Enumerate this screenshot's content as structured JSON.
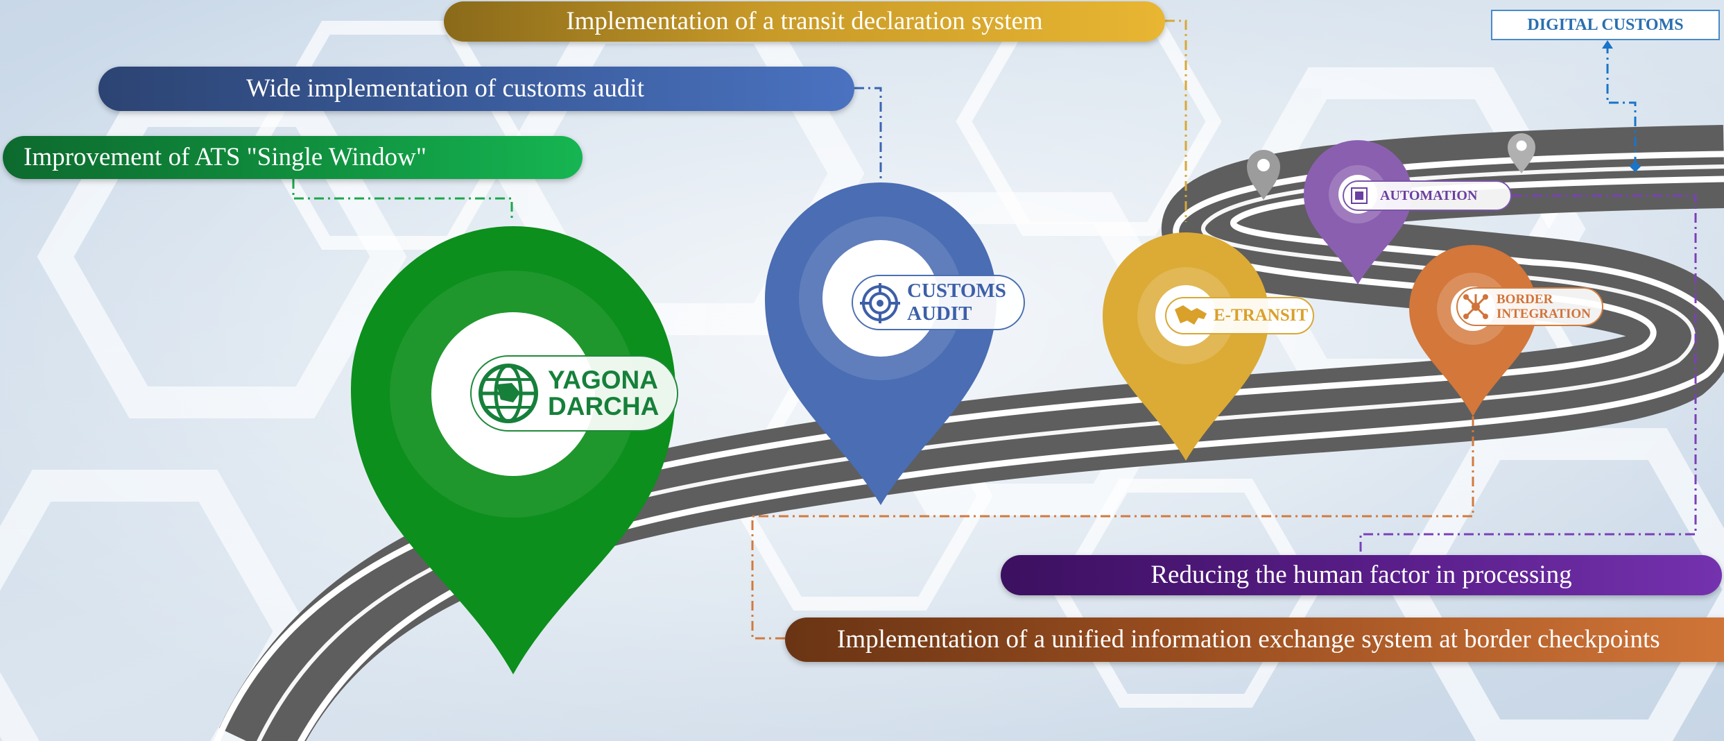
{
  "banners": {
    "transit": "Implementation of a transit declaration system",
    "audit": "Wide implementation of customs audit",
    "single_window": "Improvement of ATS \"Single Window\"",
    "human_factor": "Reducing the human factor in processing",
    "unified_exchange": "Implementation of a unified information exchange system at border checkpoints"
  },
  "destination": "DIGITAL CUSTOMS",
  "milestones": {
    "yagona": {
      "line1": "YAGONA",
      "line2": "DARCHA",
      "icon": "globe-icon",
      "color": "#0c8f1c"
    },
    "customs_audit": {
      "line1": "CUSTOMS",
      "line2": "AUDIT",
      "icon": "target-icon",
      "color": "#4a6db3"
    },
    "e_transit": {
      "label": "E-TRANSIT",
      "icon": "map-icon",
      "color": "#dcab35"
    },
    "automation": {
      "label": "AUTOMATION",
      "icon": "chip-icon",
      "color": "#8a5fb0"
    },
    "border": {
      "line1": "BORDER",
      "line2": "INTEGRATION",
      "icon": "network-icon",
      "color": "#d3773a"
    }
  },
  "colors": {
    "road": "#606060",
    "road_edge": "#ffffff",
    "connector_green": "#1aa84a",
    "connector_blue": "#3a64b0",
    "connector_gold": "#d8a838",
    "connector_purple": "#7a40b8",
    "connector_orange": "#d27a3e",
    "connector_dc": "#1a74c8"
  }
}
